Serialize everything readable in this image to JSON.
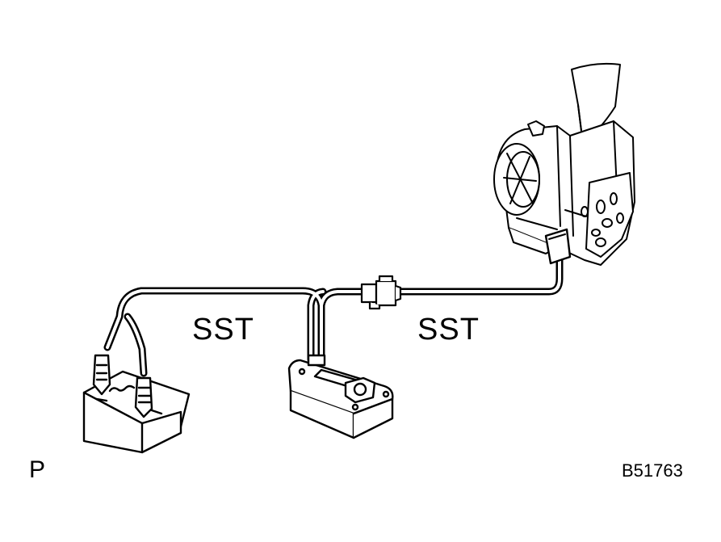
{
  "labels": {
    "sst_left": "SST",
    "sst_right": "SST",
    "page_letter": "P",
    "figure_id": "B51763"
  },
  "icons": {
    "battery": "battery-icon",
    "control_box": "switch-box-icon",
    "connector": "connector-icon",
    "actuator": "throttle-body-icon"
  },
  "colors": {
    "ink": "#000000",
    "paper": "#ffffff"
  }
}
